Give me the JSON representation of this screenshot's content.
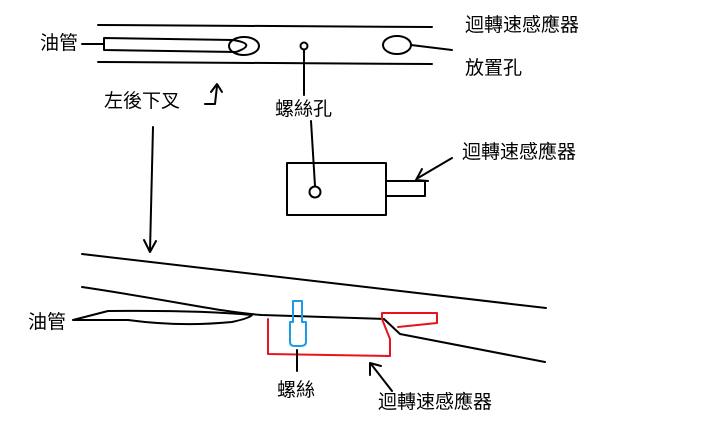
{
  "labels": {
    "oil_pipe_top": "油管",
    "speed_sensor_top": "迴轉速感應器",
    "placement_hole": "放置孔",
    "left_rear_fork": "左後下叉",
    "screw_hole": "螺絲孔",
    "speed_sensor_middle": "迴轉速感應器",
    "oil_pipe_bottom": "油管",
    "screw": "螺絲",
    "speed_sensor_bottom": "迴轉速感應器"
  },
  "colors": {
    "ink": "#000000",
    "sensor_outline": "#e8141c",
    "screw_outline": "#1e9be6"
  }
}
